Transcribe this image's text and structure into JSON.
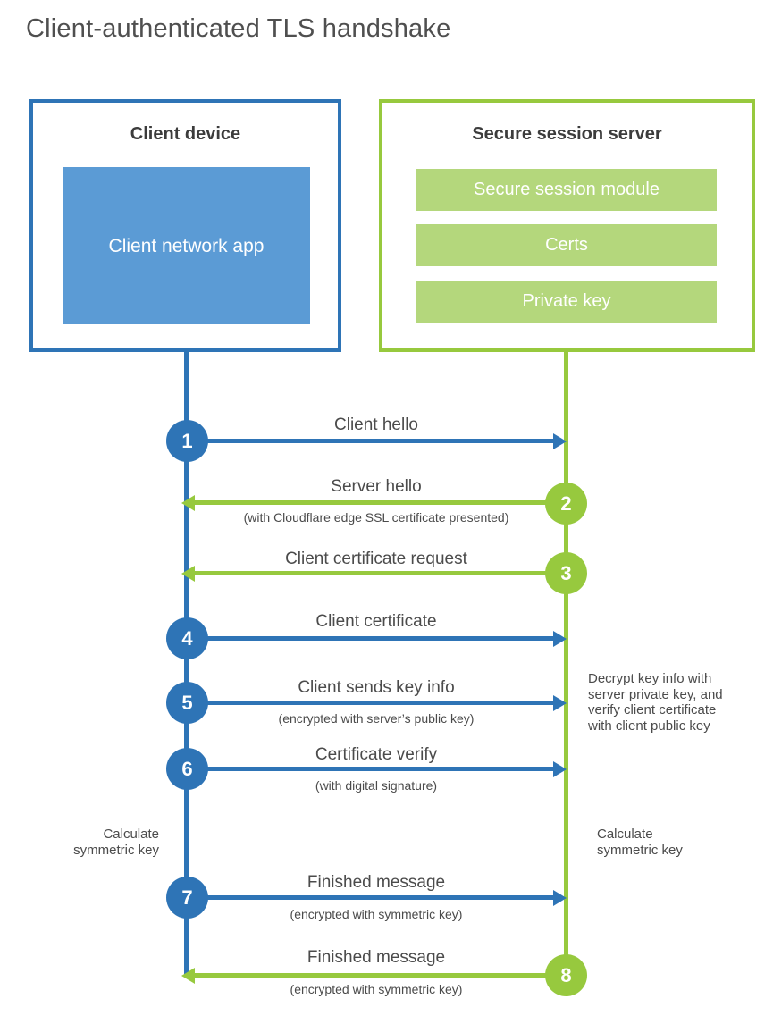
{
  "title": "Client-authenticated TLS handshake",
  "colors": {
    "client_accent": "#2e74b6",
    "client_fill": "#5b9bd5",
    "server_accent": "#97c93e",
    "server_fill": "#b4d77c",
    "text_dark": "#3c3c3c",
    "text_label": "#4b4b4b"
  },
  "client": {
    "title": "Client device",
    "app_label": "Client network app"
  },
  "server": {
    "title": "Secure session server",
    "modules": [
      "Secure session module",
      "Certs",
      "Private key"
    ]
  },
  "messages": [
    {
      "num": "1",
      "label": "Client hello",
      "direction": "client-to-server"
    },
    {
      "num": "2",
      "label": "Server hello",
      "note": "(with Cloudflare edge SSL certificate presented)",
      "direction": "server-to-client"
    },
    {
      "num": "3",
      "label": "Client certificate request",
      "direction": "server-to-client"
    },
    {
      "num": "4",
      "label": "Client certificate",
      "direction": "client-to-server"
    },
    {
      "num": "5",
      "label": "Client sends key info",
      "note": "(encrypted with server’s public key)",
      "direction": "client-to-server"
    },
    {
      "num": "6",
      "label": "Certificate verify",
      "note": "(with digital signature)",
      "direction": "client-to-server"
    },
    {
      "num": "7",
      "label": "Finished message",
      "note": "(encrypted with symmetric key)",
      "direction": "client-to-server"
    },
    {
      "num": "8",
      "label": "Finished message",
      "note": "(encrypted with symmetric key)",
      "direction": "server-to-client"
    }
  ],
  "annotations": {
    "decrypt_note": "Decrypt key info with server private key, and verify client certificate with client public key",
    "calc_left": "Calculate symmetric key",
    "calc_right": "Calculate symmetric key"
  }
}
